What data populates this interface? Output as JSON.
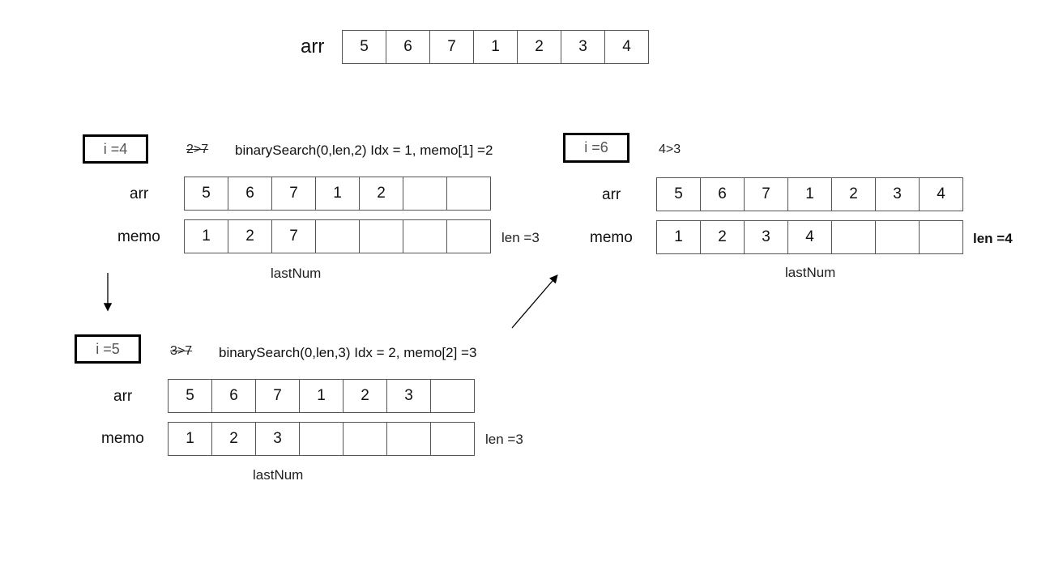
{
  "top": {
    "label": "arr",
    "values": [
      "5",
      "6",
      "7",
      "1",
      "2",
      "3",
      "4"
    ]
  },
  "step_i4": {
    "i_label": "i =4",
    "compare": "2>7",
    "compare_struck": true,
    "description": "binarySearch(0,len,2) Idx = 1, memo[1] =2",
    "arr_label": "arr",
    "arr": [
      "5",
      "6",
      "7",
      "1",
      "2",
      "",
      ""
    ],
    "memo_label": "memo",
    "memo": [
      "1",
      "2",
      "7",
      "",
      "",
      "",
      ""
    ],
    "len": "len =3",
    "lastnum": "lastNum"
  },
  "step_i5": {
    "i_label": "i =5",
    "compare": "3>7",
    "compare_struck": true,
    "description": "binarySearch(0,len,3) Idx = 2, memo[2] =3",
    "arr_label": "arr",
    "arr": [
      "5",
      "6",
      "7",
      "1",
      "2",
      "3",
      ""
    ],
    "memo_label": "memo",
    "memo": [
      "1",
      "2",
      "3",
      "",
      "",
      "",
      ""
    ],
    "len": "len =3",
    "lastnum": "lastNum"
  },
  "step_i6": {
    "i_label": "i =6",
    "compare": "4>3",
    "compare_struck": false,
    "arr_label": "arr",
    "arr": [
      "5",
      "6",
      "7",
      "1",
      "2",
      "3",
      "4"
    ],
    "memo_label": "memo",
    "memo": [
      "1",
      "2",
      "3",
      "4",
      "",
      "",
      ""
    ],
    "len": "len =4",
    "lastnum": "lastNum"
  }
}
